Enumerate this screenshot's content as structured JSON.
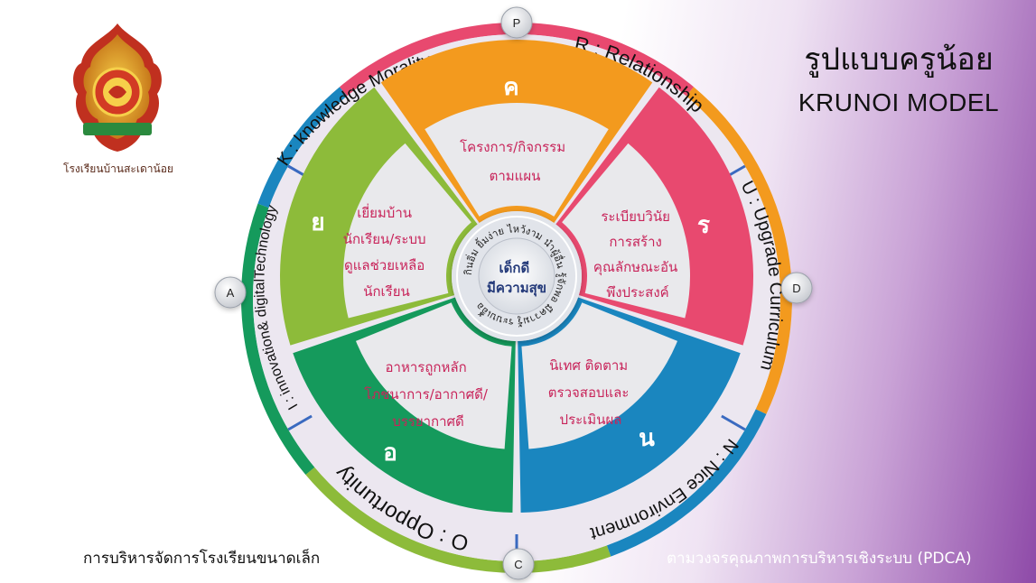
{
  "logo": {
    "caption": "โรงเรียนบ้านสะเดาน้อย"
  },
  "title": {
    "thai": "รูปแบบครูน้อย",
    "english": "KRUNOI MODEL"
  },
  "footer": {
    "left": "การบริหารจัดการโรงเรียนขนาดเล็ก",
    "right": "ตามวงจรคุณภาพการบริหารเชิงระบบ (PDCA)"
  },
  "pdca": {
    "top": "P",
    "right": "D",
    "bottom": "C",
    "left": "A"
  },
  "outer_ring": {
    "R": "R : Relationship",
    "U": "U : Upgrade Curriculum",
    "N": "N : Nice Environment",
    "O": "O : Opportunity",
    "I": "I : innovation& digitalTechnology",
    "K": "K : knowledge Morality and Ethics"
  },
  "segments": {
    "k": {
      "letter": "ค",
      "lines": [
        "โครงการ/กิจกรรม",
        "ตามแผน"
      ],
      "color": "#f39a1e"
    },
    "r": {
      "letter": "ร",
      "lines": [
        "ระเบียบวินัย",
        "การสร้าง",
        "คุณลักษณะอัน",
        "พึงประสงค์"
      ],
      "color": "#e8496f"
    },
    "n": {
      "letter": "น",
      "lines": [
        "นิเทศ ติดตาม",
        "ตรวจสอบและ",
        "ประเมินผล"
      ],
      "color": "#1a86bf"
    },
    "o": {
      "letter": "อ",
      "lines": [
        "อาหารถูกหลัก",
        "โภชนาการ/อากาศดี/",
        "บรรยากาศดี"
      ],
      "color": "#159a5c"
    },
    "y": {
      "letter": "ย",
      "lines": [
        "เยี่ยมบ้าน",
        "นักเรียน/ระบบ",
        "ดูแลช่วยเหลือ",
        "นักเรียน"
      ],
      "color": "#8dbb3a"
    }
  },
  "hub": {
    "lines": [
      "เด็กดี",
      "มีความสุข"
    ],
    "ring_words": [
      "กินอิ่ม",
      "ยิ้มง่าย",
      "ไหว้งาม",
      "นำผู้อื่น",
      "รู้จักพอ",
      "มีความรู้",
      "ระบบเอื้อ"
    ]
  },
  "colors": {
    "ring_orange": "#f39a1e",
    "ring_pink": "#e8496f",
    "ring_blue": "#1a86bf",
    "ring_green": "#159a5c",
    "ring_lime": "#8dbb3a",
    "divider": "#3a6ac0"
  }
}
